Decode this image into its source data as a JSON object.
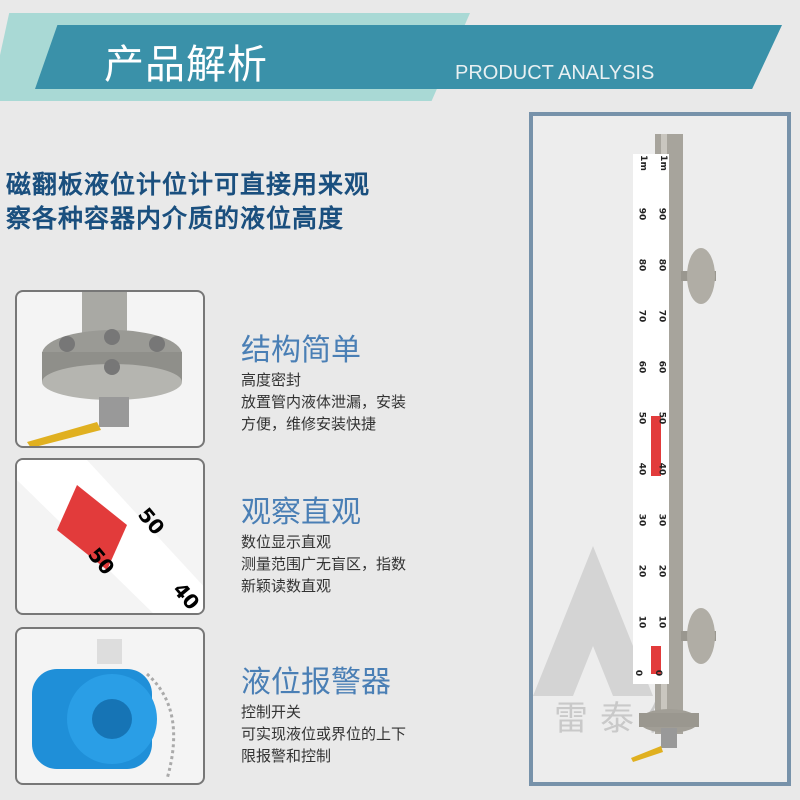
{
  "header": {
    "title_cn": "产品解析",
    "title_en": "PRODUCT ANALYSIS"
  },
  "intro": {
    "line1": "磁翻板液位计位计可直接用来观",
    "line2": "察各种容器内介质的液位高度"
  },
  "features": [
    {
      "title": "结构简单",
      "lines": [
        "高度密封",
        "放置管内液体泄漏，安装",
        "方便，维修安装快捷"
      ],
      "image_icon": "flange-valve-photo"
    },
    {
      "title": "观察直观",
      "lines": [
        "数位显示直观",
        "测量范围广无盲区，指数",
        "新颖读数直观"
      ],
      "image_icon": "scale-closeup-photo"
    },
    {
      "title": "液位报警器",
      "lines": [
        "控制开关",
        "可实现液位或界位的上下",
        "限报警和控制"
      ],
      "image_icon": "alarm-junction-box-photo"
    }
  ],
  "gauge": {
    "scale_labels": [
      "1m",
      "90",
      "80",
      "70",
      "60",
      "50",
      "40",
      "30",
      "20",
      "10",
      "0"
    ],
    "closeup_labels": [
      "50",
      "50",
      "40"
    ],
    "watermark": "雷泰仪"
  },
  "colors": {
    "header_dark": "#3a91a9",
    "header_light": "#a9d9d5",
    "intro_text": "#1a4f7e",
    "feature_title": "#4a7fb5",
    "indicator_red": "#e23b3b"
  }
}
